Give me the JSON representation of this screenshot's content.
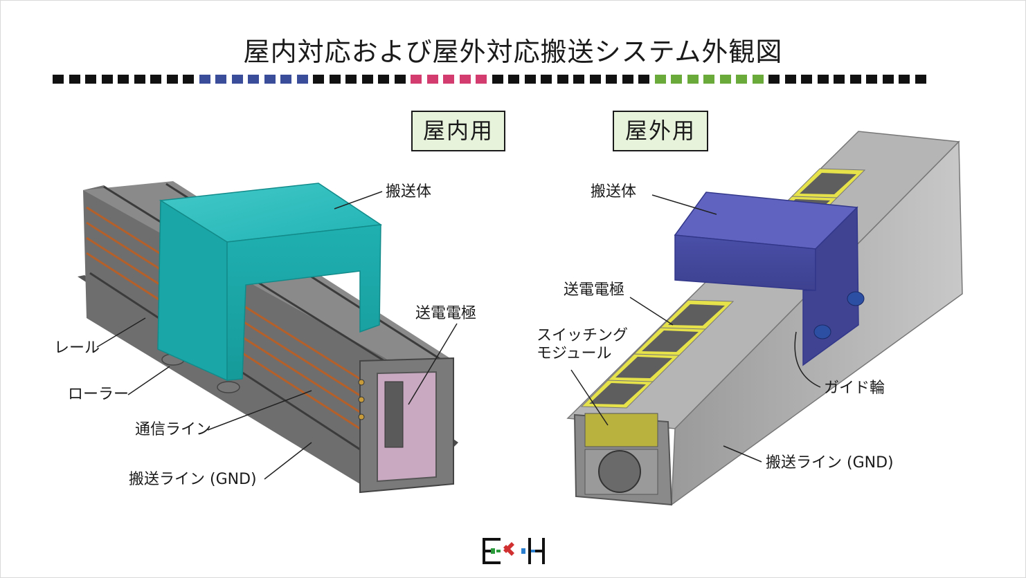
{
  "title": "屋内対応および屋外対応搬送システム外観図",
  "sections": {
    "indoor": "屋内用",
    "outdoor": "屋外用"
  },
  "indoor_callouts": {
    "carrier": "搬送体",
    "power_electrode": "送電電極",
    "rail": "レール",
    "roller": "ローラー",
    "comm_line": "通信ライン",
    "transport_line": "搬送ライン (GND)"
  },
  "outdoor_callouts": {
    "carrier": "搬送体",
    "power_electrode": "送電電極",
    "switching_module": "スイッチング\nモジュール",
    "guide_wheel": "ガイド輪",
    "transport_line": "搬送ライン (GND)"
  },
  "colors": {
    "stripe_black": "#111111",
    "stripe_blue": "#3a4d9a",
    "stripe_pink": "#d23c6e",
    "stripe_green": "#6aaa3a",
    "indoor_carrier": "#1fb5b5",
    "outdoor_carrier": "#4b4fb0",
    "electrode_yellow": "#e6e34a",
    "rail_gray": "#8c8c8c",
    "label_bg": "#e8f3dc"
  },
  "stripe_pattern": [
    "black",
    "black",
    "black",
    "black",
    "black",
    "black",
    "black",
    "black",
    "black",
    "blue",
    "blue",
    "blue",
    "blue",
    "blue",
    "blue",
    "blue",
    "black",
    "black",
    "black",
    "black",
    "black",
    "black",
    "pink",
    "pink",
    "pink",
    "pink",
    "pink",
    "black",
    "black",
    "black",
    "black",
    "black",
    "black",
    "black",
    "black",
    "black",
    "black",
    "green",
    "green",
    "green",
    "green",
    "green",
    "green",
    "green",
    "black",
    "black",
    "black",
    "black",
    "black",
    "black",
    "black",
    "black",
    "black",
    "black"
  ],
  "logo_icon": "exh-logo-icon"
}
